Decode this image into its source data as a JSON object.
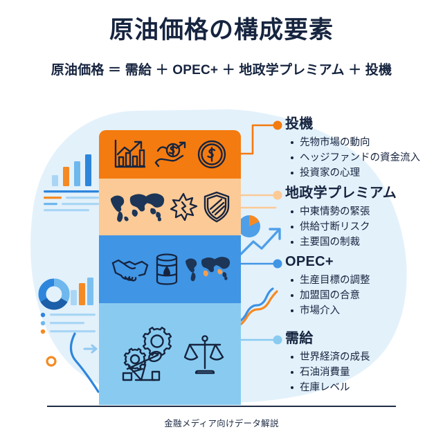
{
  "header": {
    "title": "原油価格の構成要素",
    "subtitle": "原油価格 ＝ 需給 ＋ OPEC+ ＋ 地政学プレミアム ＋ 投機"
  },
  "sections": [
    {
      "id": "speculation",
      "heading": "投機",
      "color": "#F47B10",
      "bullets": [
        "先物市場の動向",
        "ヘッジファンドの資金流入",
        "投資家の心理"
      ],
      "icons": [
        "bar-chart-uptrend-icon",
        "hand-dollar-growth-icon",
        "dollar-coin-icon"
      ]
    },
    {
      "id": "geopolitics",
      "heading": "地政学プレミアム",
      "color": "#FBCA96",
      "bullets": [
        "中東情勢の緊張",
        "供給寸断リスク",
        "主要国の制裁"
      ],
      "icons": [
        "world-map-icon",
        "explosion-icon",
        "shield-icon"
      ]
    },
    {
      "id": "opec",
      "heading": "OPEC+",
      "color": "#4095E5",
      "bullets": [
        "生産目標の調整",
        "加盟国の合意",
        "市場介入"
      ],
      "icons": [
        "handshake-icon",
        "oil-barrel-icon",
        "world-map-icon"
      ]
    },
    {
      "id": "supply",
      "heading": "需給",
      "color": "#89CBF0",
      "bullets": [
        "世界経済の成長",
        "石油消費量",
        "在庫レベル"
      ],
      "icons": [
        "gears-icon",
        "pumpjack-icon",
        "balance-scale-icon"
      ]
    }
  ],
  "decorations": {
    "top_left": "bar-chart-card-decoration",
    "bottom_left": "donut-chart-card-decoration",
    "right_pie": "pie-chart-uptrend-arrow-decoration",
    "right_lines": "crossing-line-chart-decoration",
    "left_curve": "curved-line-decoration"
  },
  "footer": {
    "caption": "金融メディア向けデータ解説"
  },
  "palette": {
    "ink": "#16243f",
    "orange": "#F47B10",
    "peach": "#FBCA96",
    "blue": "#4095E5",
    "light_blue": "#89CBF0",
    "blob": "#E3F1FB",
    "white": "#ffffff"
  }
}
